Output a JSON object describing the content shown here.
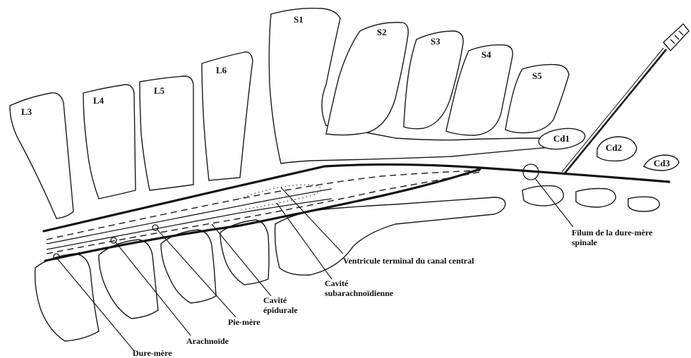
{
  "vertebrae": [
    {
      "id": "l3",
      "label": "L3"
    },
    {
      "id": "l4",
      "label": "L4"
    },
    {
      "id": "l5",
      "label": "L5"
    },
    {
      "id": "l6",
      "label": "L6"
    },
    {
      "id": "s1",
      "label": "S1"
    },
    {
      "id": "s2",
      "label": "S2"
    },
    {
      "id": "s3",
      "label": "S3"
    },
    {
      "id": "s4",
      "label": "S4"
    },
    {
      "id": "s5",
      "label": "S5"
    },
    {
      "id": "cd1",
      "label": "Cd1"
    },
    {
      "id": "cd2",
      "label": "Cd2"
    },
    {
      "id": "cd3",
      "label": "Cd3"
    }
  ],
  "labels": {
    "filum_line1": "Filum de la dure-mère",
    "filum_line2": "spinale",
    "ventricule": "Ventricule terminal du canal central",
    "subarach_line1": "Cavité",
    "subarach_line2": "subarachnoïdienne",
    "epidural_line1": "Cavité",
    "epidural_line2": "épidurale",
    "pie_mere": "Pie-mère",
    "arachnoide": "Arachnoïde",
    "dure_mere": "Dure-mère"
  }
}
